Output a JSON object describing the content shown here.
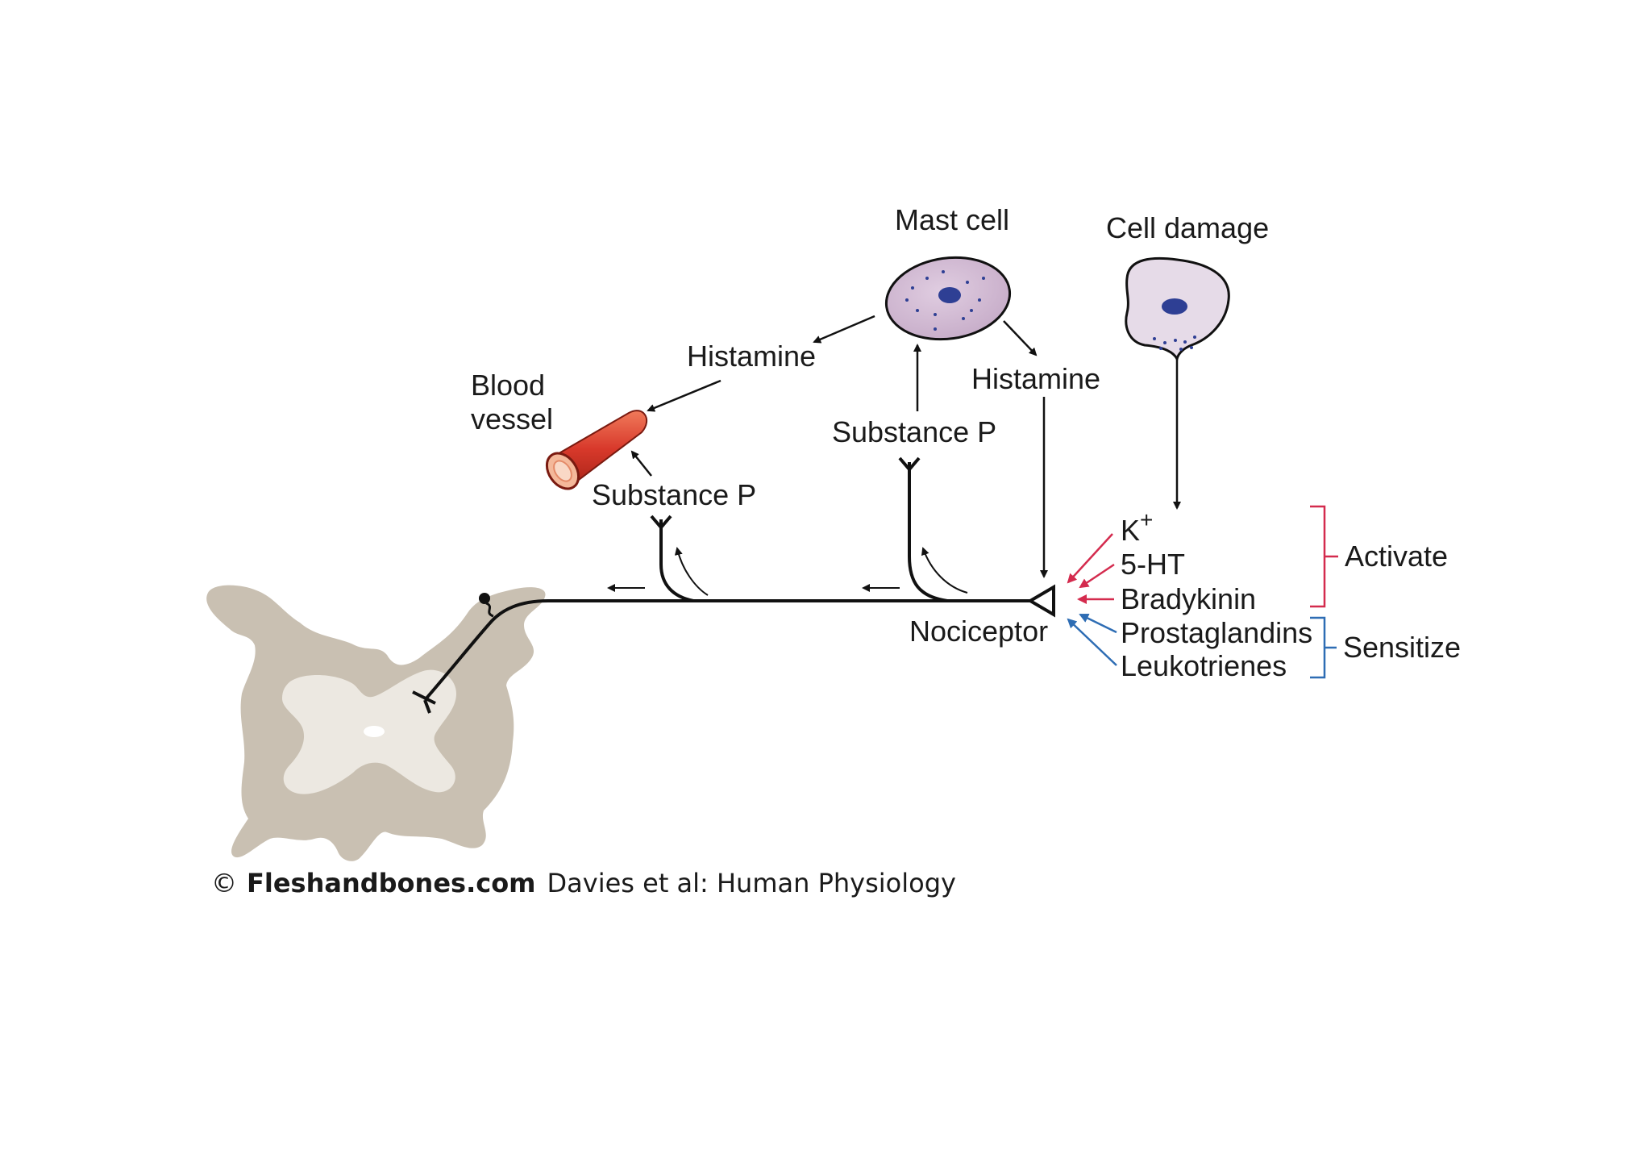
{
  "labels": {
    "mast_cell": "Mast cell",
    "cell_damage": "Cell damage",
    "histamine_left": "Histamine",
    "histamine_right": "Histamine",
    "blood_vessel_line1": "Blood",
    "blood_vessel_line2": "vessel",
    "substance_p_left": "Substance P",
    "substance_p_right": "Substance P",
    "nociceptor": "Nociceptor",
    "k_plus_base": "K",
    "k_plus_sup": "+",
    "five_ht": "5-HT",
    "bradykinin": "Bradykinin",
    "prostaglandins": "Prostaglandins",
    "leukotrienes": "Leukotrienes",
    "activate": "Activate",
    "sensitize": "Sensitize"
  },
  "credit": {
    "copyright": "©",
    "site": "Fleshandbones.com",
    "source": "Davies et al: Human Physiology"
  },
  "colors": {
    "cord": "#c9c0b2",
    "cord_inner": "#ece8e1",
    "cell": "#d5bfd6",
    "damaged_cell": "#e6dbe8",
    "nucleus": "#2e3f94",
    "vessel": "#d8392b",
    "activate": "#d42b4e",
    "sensitize": "#2e6db4",
    "line": "#111111"
  }
}
